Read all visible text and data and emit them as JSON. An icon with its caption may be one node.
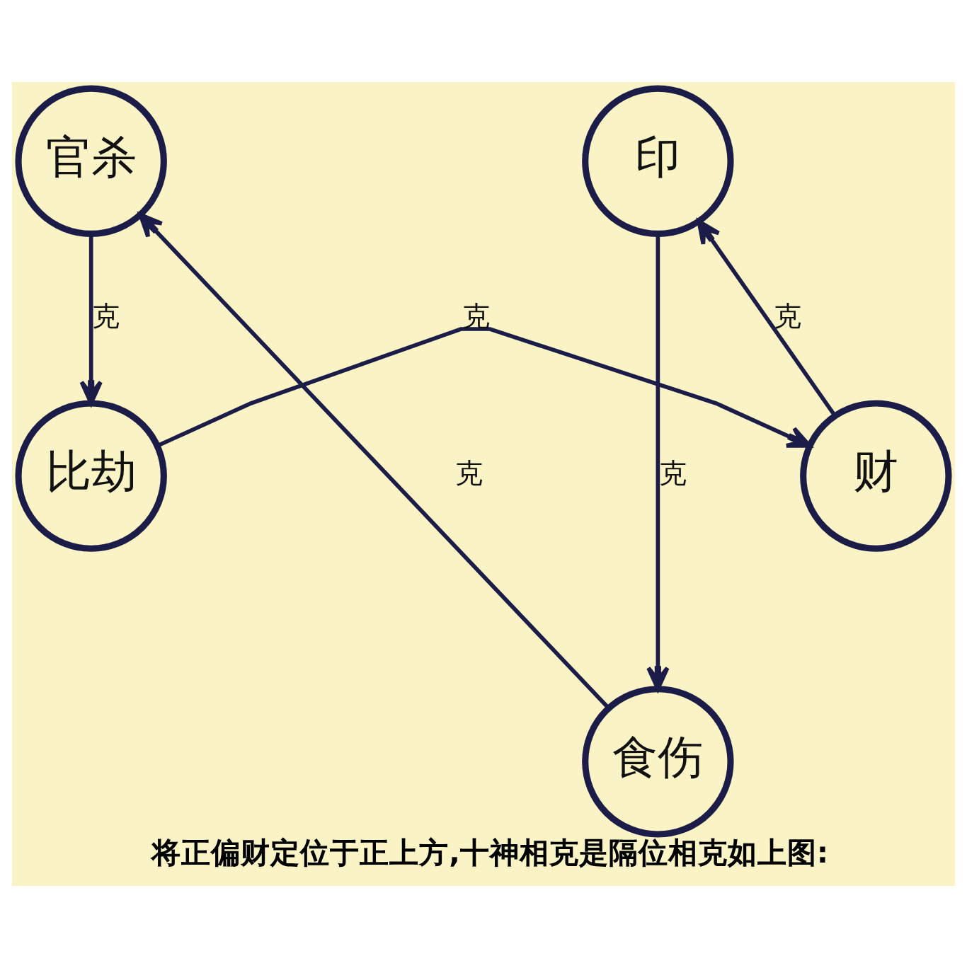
{
  "diagram": {
    "caption": "将正偏财定位于正上方,十神相克是隔位相克如上图:",
    "nodes": [
      {
        "text": [
          "官杀"
        ]
      },
      {
        "text": [
          "印"
        ]
      },
      {
        "text": [
          "财"
        ]
      },
      {
        "text": [
          "比劫"
        ]
      },
      {
        "text": [
          "食伤"
        ]
      }
    ],
    "edges": [
      {
        "from": 0,
        "to": 3,
        "arrow": "to",
        "label": "克"
      },
      {
        "from": 2,
        "to": 1,
        "arrow": "to",
        "label": "克"
      },
      {
        "from": 1,
        "to": 4,
        "arrow": "to",
        "label": "克"
      },
      {
        "from": 3,
        "to": 2,
        "arrow": "to",
        "label": "克"
      },
      {
        "from": 4,
        "to": 0,
        "arrow": "to",
        "label": "克"
      }
    ]
  }
}
